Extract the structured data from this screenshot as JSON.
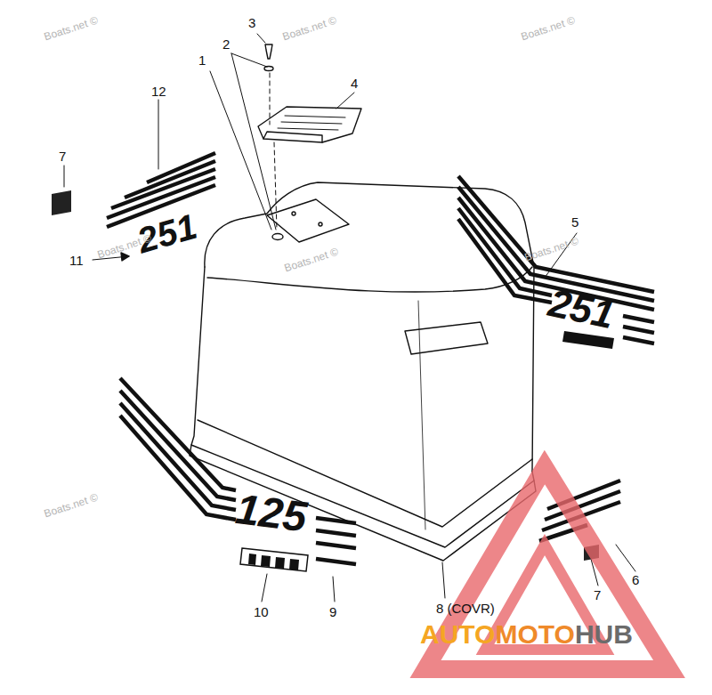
{
  "diagram": {
    "labels": [
      "1",
      "2",
      "3",
      "4",
      "5",
      "6",
      "7",
      "7",
      "8 (COVR)",
      "9",
      "10",
      "11",
      "12",
      "251",
      "251",
      "125",
      "Boats.net ©",
      "Boats.net ©",
      "Boats.net ©",
      "Boats.net ©",
      "Boats.net ©",
      "Boats.net ©",
      "Boats.net ©",
      "AUTO",
      "MOTO",
      "HUB"
    ]
  }
}
